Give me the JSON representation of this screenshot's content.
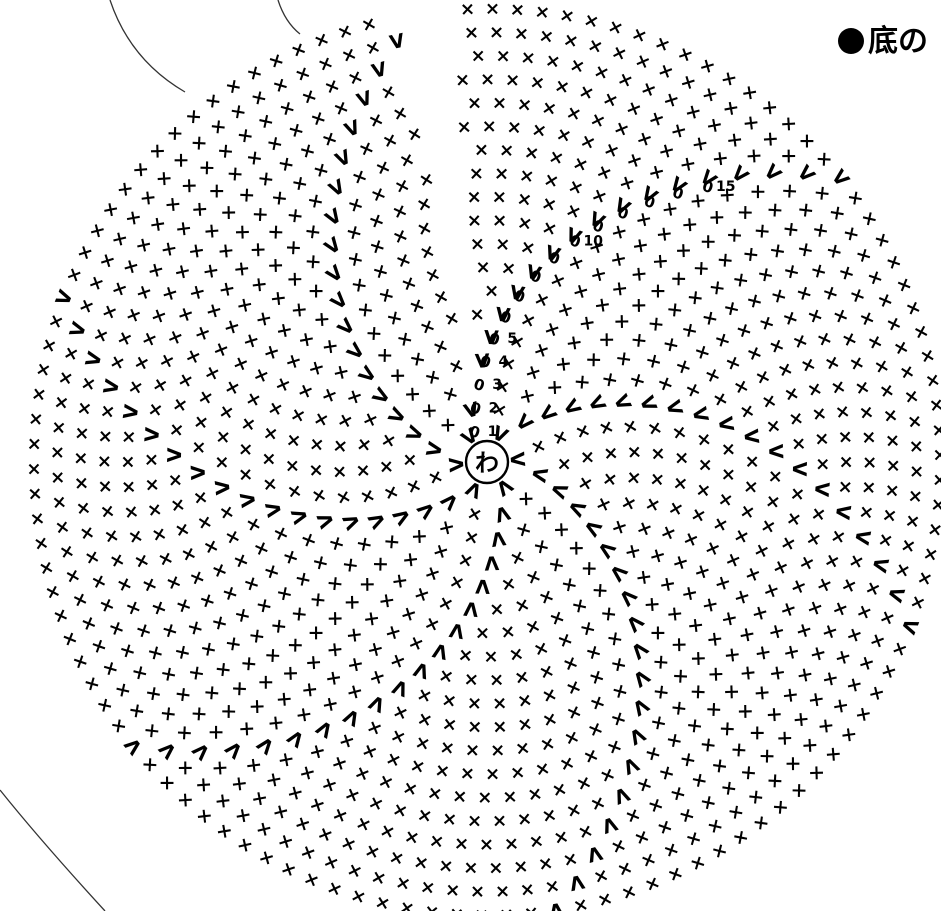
{
  "heading": {
    "text": "底の"
  },
  "center_ring": {
    "label": "わ"
  },
  "round_labels": [
    "1",
    "2",
    "3",
    "4",
    "5",
    "10",
    "15"
  ],
  "legend": {
    "single_crochet": "×",
    "increase": "V",
    "chain": "0"
  },
  "colors": {
    "ink": "#000000",
    "guide_line": "#333333",
    "background": "#ffffff"
  }
}
